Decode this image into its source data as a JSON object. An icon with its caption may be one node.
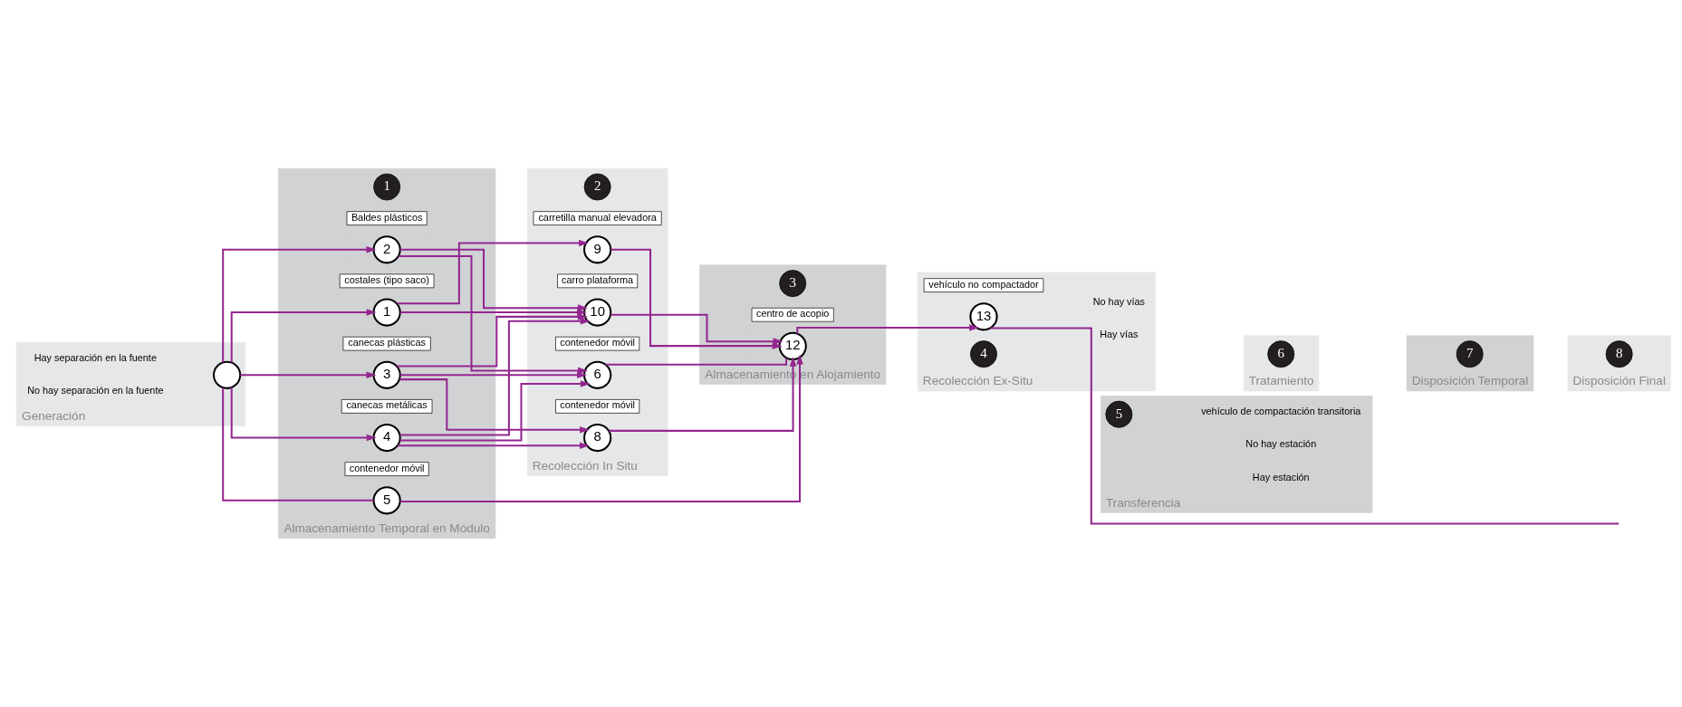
{
  "diagram": {
    "nodes": [
      {
        "text": [
          "Generación"
        ]
      },
      {
        "text": [],
        "shape": "circle",
        "in": 0
      },
      {
        "text": [
          "Almacenamiento Temporal en Módulo"
        ]
      },
      {
        "text": [
          "1"
        ],
        "in": 2,
        "beside": [
          "costales (tipo saco)"
        ]
      },
      {
        "text": [
          "2"
        ],
        "in": 2,
        "beside": [
          "Baldes plásticos"
        ]
      },
      {
        "text": [
          "3"
        ],
        "in": 2,
        "beside": [
          "canecas plásticas"
        ]
      },
      {
        "text": [
          "4"
        ],
        "in": 2,
        "beside": [
          "canecas metálicas"
        ]
      },
      {
        "text": [
          "5"
        ],
        "in": 2,
        "beside": [
          "contenedor móvil"
        ]
      },
      {
        "text": [
          "1"
        ],
        "in": 2
      },
      {
        "text": [
          "Recolección In Situ"
        ]
      },
      {
        "text": [
          "6"
        ],
        "in": 9,
        "beside": [
          "contenedor móvil"
        ]
      },
      {
        "text": [
          "8"
        ],
        "in": 9,
        "beside": [
          "contenedor móvil"
        ]
      },
      {
        "text": [
          "9"
        ],
        "in": 9,
        "beside": [
          "carretilla manual elevadora"
        ]
      },
      {
        "text": [
          "10"
        ],
        "in": 9,
        "beside": [
          "carro plataforma"
        ]
      },
      {
        "text": [
          "2"
        ],
        "in": 9
      },
      {
        "text": [
          "Almacenamiento en Alojamiento"
        ]
      },
      {
        "text": [
          "12"
        ],
        "in": 15,
        "beside": [
          "centro de acopio"
        ]
      },
      {
        "text": [
          "3"
        ],
        "in": 15
      },
      {
        "text": [
          "Recolección Ex-Situ"
        ]
      },
      {
        "text": [
          "13"
        ],
        "in": 18,
        "beside": [
          "vehículo no compactador"
        ]
      },
      {
        "text": [
          "4"
        ],
        "in": 18
      },
      {
        "text": [
          "Transferencia"
        ]
      },
      {
        "text": [
          "5"
        ],
        "in": 21
      },
      {
        "text": [
          "Tratamiento"
        ]
      },
      {
        "text": [
          "6"
        ],
        "in": 23
      },
      {
        "text": [
          "Disposición Temporal"
        ]
      },
      {
        "text": [
          "7"
        ],
        "in": 25
      },
      {
        "text": [
          "Disposición Final"
        ]
      },
      {
        "text": [
          "8"
        ],
        "in": 27
      }
    ],
    "edges": [
      {
        "from": 1,
        "to": 3,
        "arrow": "to"
      },
      {
        "from": 1,
        "to": 4,
        "arrow": "to"
      },
      {
        "from": 1,
        "to": 5,
        "arrow": "to"
      },
      {
        "from": 1,
        "to": 6,
        "arrow": "to"
      },
      {
        "from": 1,
        "to": 7,
        "arrow": "none"
      },
      {
        "from": 3,
        "to": 12,
        "arrow": "to"
      },
      {
        "from": 3,
        "to": 13,
        "arrow": "to"
      },
      {
        "from": 4,
        "to": 10,
        "arrow": "to"
      },
      {
        "from": 4,
        "to": 13,
        "arrow": "to"
      },
      {
        "from": 5,
        "to": 10,
        "arrow": "to"
      },
      {
        "from": 5,
        "to": 11,
        "arrow": "to"
      },
      {
        "from": 5,
        "to": 13,
        "arrow": "to"
      },
      {
        "from": 6,
        "to": 10,
        "arrow": "to"
      },
      {
        "from": 6,
        "to": 11,
        "arrow": "to"
      },
      {
        "from": 6,
        "to": 13,
        "arrow": "to"
      },
      {
        "from": 10,
        "to": 16,
        "arrow": "none"
      },
      {
        "from": 11,
        "to": 16,
        "arrow": "to"
      },
      {
        "from": 12,
        "to": 16,
        "arrow": "to"
      },
      {
        "from": 13,
        "to": 16,
        "arrow": "to"
      },
      {
        "from": 7,
        "to": 16,
        "arrow": "to"
      },
      {
        "from": 16,
        "to": 19,
        "arrow": "to"
      },
      {
        "from": 19,
        "to": null,
        "arrow": "none"
      }
    ],
    "labels": [
      "Hay separación en la fuente",
      "No hay separación en la fuente",
      "vehículo de compactación transitoria",
      "Hay vías",
      "Hay estación",
      "No hay vías",
      "No hay estación"
    ]
  }
}
